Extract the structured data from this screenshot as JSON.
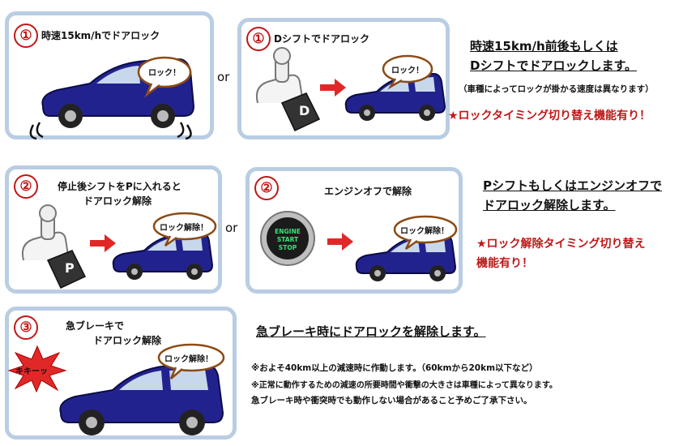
{
  "or_label": "or",
  "row1": {
    "panel_a": {
      "number": "①",
      "title": "時速15km/hでドアロック",
      "bubble": "ロック！"
    },
    "panel_b": {
      "number": "①",
      "title": "Dシフトでドアロック",
      "bubble": "ロック！",
      "gear": "D"
    },
    "note": {
      "title_line1": "時速15km/h前後もしくは",
      "title_line2": "Dシフトでドアロックします。",
      "small": "（車種によってロックが掛かる速度は異なります）",
      "red": "★ロックタイミング切り替え機能有り！"
    }
  },
  "row2": {
    "panel_a": {
      "number": "②",
      "title_line1": "停止後シフトをPに入れると",
      "title_line2": "ドアロック解除",
      "bubble": "ロック解除！",
      "gear": "P"
    },
    "panel_b": {
      "number": "②",
      "title": "エンジンオフで解除",
      "bubble": "ロック解除！",
      "engine_line1": "ENGINE",
      "engine_line2": "START",
      "engine_line3": "STOP"
    },
    "note": {
      "title_line1": "Pシフトもしくはエンジンオフで",
      "title_line2": "ドアロック解除します。",
      "red_line1": "★ロック解除タイミング切り替え",
      "red_line2": "機能有り！"
    }
  },
  "row3": {
    "panel": {
      "number": "③",
      "title_line1": "急ブレーキで",
      "title_line2": "ドアロック解除",
      "bubble": "ロック解除！",
      "skid": "キキーッ"
    },
    "note": {
      "title": "急ブレーキ時にドアロックを解除します。",
      "line1": "※およそ40km以上の減速時に作動します。（60kmから20km以下など）",
      "line2": "※正常に動作するための減速の所要時間や衝撃の大きさは車種によって異なります。",
      "line3": "急ブレーキ時や衝突時でも動作しない場合があること予めご了承下さい。"
    }
  }
}
